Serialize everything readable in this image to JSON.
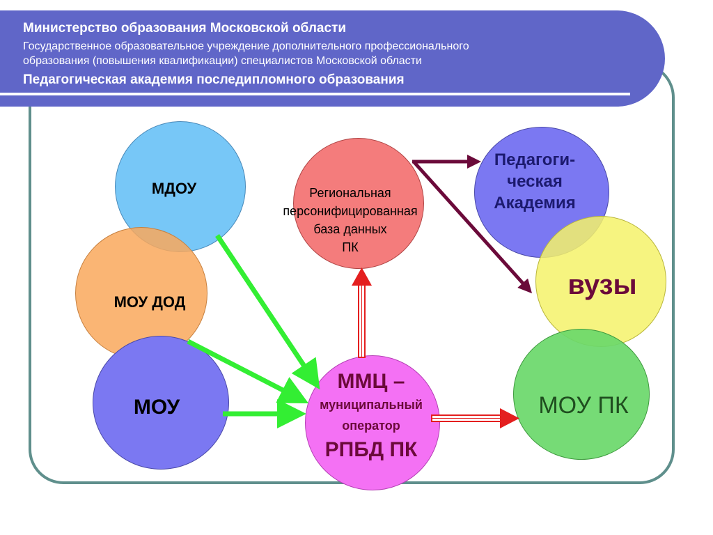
{
  "header": {
    "ministry": "Министерство образования Московской области",
    "institution_line1": "Государственное образовательное учреждение дополнительного профессионального",
    "institution_line2": "образования (повышения квалификации) специалистов Московской области",
    "academy": "Педагогическая академия последипломного образования"
  },
  "nodes": {
    "mdou": "МДОУ",
    "mou_dod": "МОУ ДОД",
    "mou": "МОУ",
    "regional_db": {
      "line1": "Региональная",
      "line2": "персонифицированная",
      "line3": "база данных",
      "line4": "ПК"
    },
    "mmc": {
      "line1": "ММЦ –",
      "line2": "муниципальный",
      "line3": "оператор",
      "line4": "РПБД ПК"
    },
    "academy": {
      "line1": "Педагоги-",
      "line2": "ческая",
      "line3": "Академия"
    },
    "vuzy": "вузы",
    "mou_pk": "МОУ ПК"
  },
  "colors": {
    "header_bg": "#6066c8",
    "frame": "#5f8f8c",
    "mdou": "#6cc3f7",
    "mou_dod": "#f9a85c",
    "mou": "#7b78f2",
    "regional_db": "#f47c7c",
    "mmc": "#f471f4",
    "academy": "#7b78f2",
    "vuzy": "#f4f26a",
    "mou_pk": "#6ad86a",
    "green_arrow": "#33ee33",
    "dark_arrow": "#6b0a3a",
    "red_arrow": "#e41f1f"
  }
}
